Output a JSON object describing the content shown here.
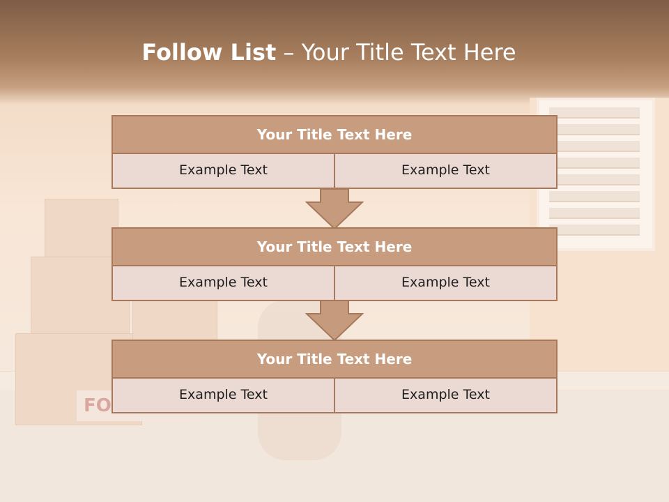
{
  "title": {
    "bold": "Follow List",
    "rest": "– Your Title Text Here"
  },
  "rows": [
    {
      "heading": "Your Title Text Here",
      "cells": [
        "Example Text",
        "Example Text"
      ]
    },
    {
      "heading": "Your Title Text Here",
      "cells": [
        "Example Text",
        "Example Text"
      ]
    },
    {
      "heading": "Your Title Text Here",
      "cells": [
        "Example Text",
        "Example Text"
      ]
    }
  ],
  "background_sign_text": "FORECLOSURE",
  "colors": {
    "header_fill": "#c89d7f",
    "border": "#a8785a",
    "cell_fill": "#ebdad3",
    "title_band": "#8b664d"
  }
}
